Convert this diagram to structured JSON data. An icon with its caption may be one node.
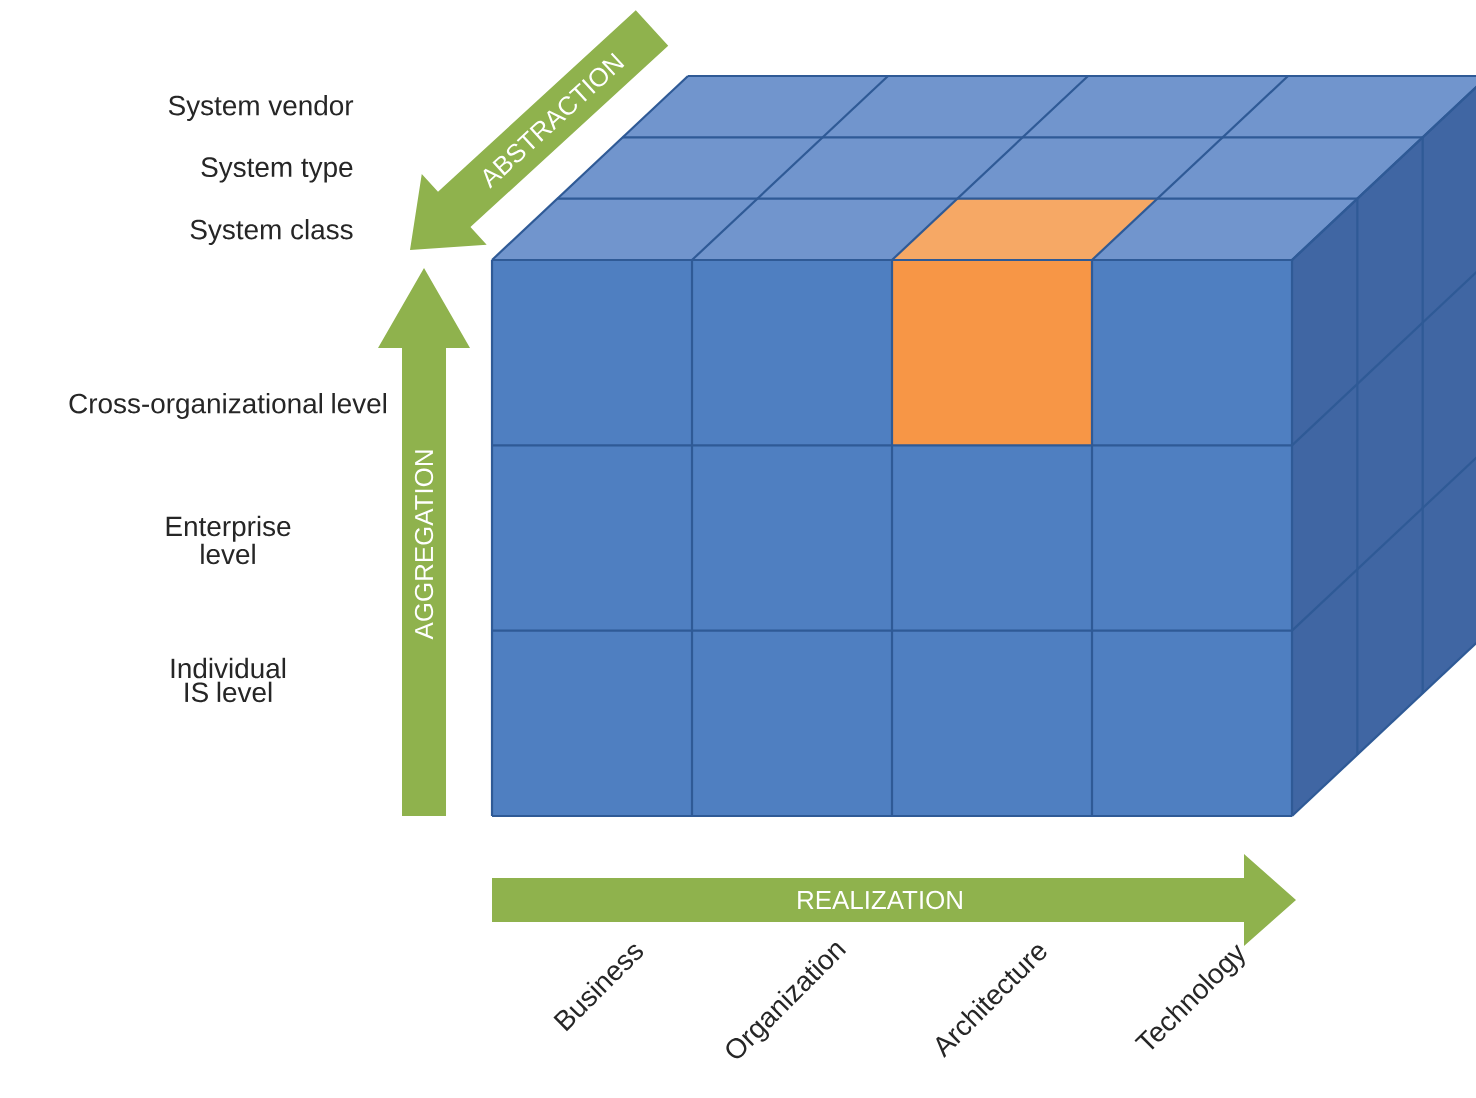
{
  "diagram": {
    "labels": [
      "ABSTRACTION",
      "System vendor",
      "System type",
      "System class",
      "Cross-organizational level",
      "AGGREGATION",
      "Enterprise level",
      "Individual IS level",
      "REALIZATION",
      "Business",
      "Organization",
      "Architecture",
      "Technology"
    ]
  }
}
